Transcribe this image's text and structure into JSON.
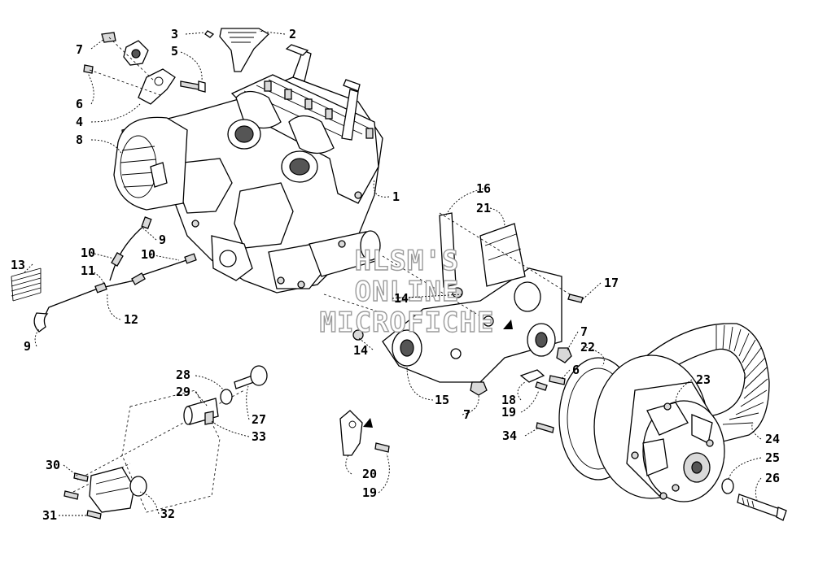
{
  "watermark": {
    "line1": "HLSM'S",
    "line2": "ONLINE",
    "line3": "MICROFICHE"
  },
  "callouts": [
    {
      "id": "c2",
      "text": "2"
    },
    {
      "id": "c3",
      "text": "3"
    },
    {
      "id": "c5",
      "text": "5"
    },
    {
      "id": "c7a",
      "text": "7"
    },
    {
      "id": "c6a",
      "text": "6"
    },
    {
      "id": "c4",
      "text": "4"
    },
    {
      "id": "c8",
      "text": "8"
    },
    {
      "id": "c1",
      "text": "1"
    },
    {
      "id": "c16",
      "text": "16"
    },
    {
      "id": "c21",
      "text": "21"
    },
    {
      "id": "c17",
      "text": "17"
    },
    {
      "id": "c13",
      "text": "13"
    },
    {
      "id": "c10a",
      "text": "10"
    },
    {
      "id": "c9a",
      "text": "9"
    },
    {
      "id": "c10b",
      "text": "10"
    },
    {
      "id": "c11",
      "text": "11"
    },
    {
      "id": "c12",
      "text": "12"
    },
    {
      "id": "c9b",
      "text": "9"
    },
    {
      "id": "c14a",
      "text": "14"
    },
    {
      "id": "c14b",
      "text": "14"
    },
    {
      "id": "c7b",
      "text": "7"
    },
    {
      "id": "c22",
      "text": "22"
    },
    {
      "id": "c6b",
      "text": "6"
    },
    {
      "id": "c23",
      "text": "23"
    },
    {
      "id": "c15",
      "text": "15"
    },
    {
      "id": "c7c",
      "text": "7"
    },
    {
      "id": "c18",
      "text": "18"
    },
    {
      "id": "c19a",
      "text": "19"
    },
    {
      "id": "c28",
      "text": "28"
    },
    {
      "id": "c29",
      "text": "29"
    },
    {
      "id": "c27",
      "text": "27"
    },
    {
      "id": "c33",
      "text": "33"
    },
    {
      "id": "c34",
      "text": "34"
    },
    {
      "id": "c24",
      "text": "24"
    },
    {
      "id": "c25",
      "text": "25"
    },
    {
      "id": "c26",
      "text": "26"
    },
    {
      "id": "c30",
      "text": "30"
    },
    {
      "id": "c20",
      "text": "20"
    },
    {
      "id": "c19b",
      "text": "19"
    },
    {
      "id": "c31",
      "text": "31"
    },
    {
      "id": "c32",
      "text": "32"
    }
  ]
}
